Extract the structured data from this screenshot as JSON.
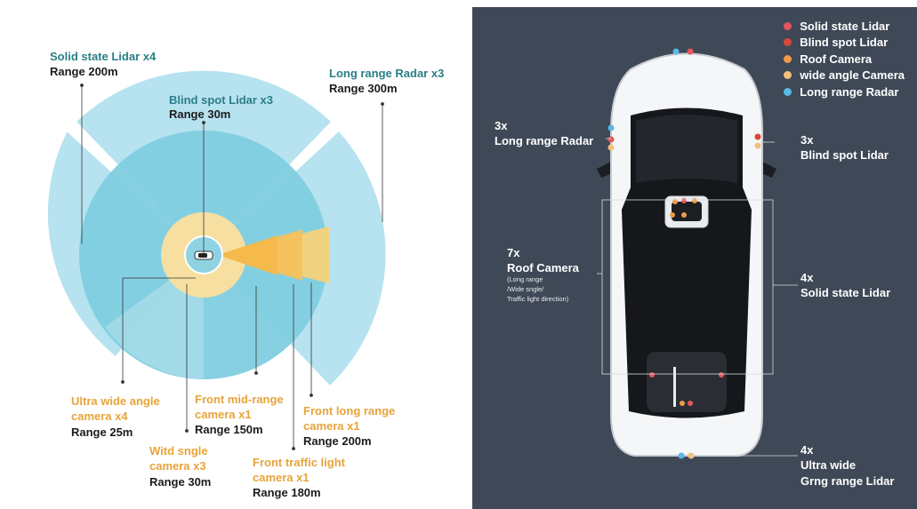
{
  "left": {
    "solid_state": {
      "title": "Solid state Lidar x4",
      "range": "Range 200m"
    },
    "blind_spot": {
      "title": "Blind spot Lidar x3",
      "range": "Range 30m"
    },
    "long_radar": {
      "title": "Long range Radar x3",
      "range": "Range 300m"
    },
    "ultra_wide": {
      "line1": "Ultra wide angle",
      "line2": "camera x4",
      "range": "Range 25m"
    },
    "front_mid": {
      "line1": "Front mid-range",
      "line2": "camera x1",
      "range": "Range 150m"
    },
    "front_long": {
      "line1": "Front long range",
      "line2": "camera x1",
      "range": "Range 200m"
    },
    "wide_angle": {
      "line1": "Witd sngle",
      "line2": "camera x3",
      "range": "Range 30m"
    },
    "traffic": {
      "line1": "Front traffic light",
      "line2": "camera x1",
      "range": "Range 180m"
    }
  },
  "right": {
    "legend": [
      {
        "label": "Solid state Lidar",
        "color": "#e5575c"
      },
      {
        "label": "Blind spot Lidar",
        "color": "#d9473a"
      },
      {
        "label": "Roof Camera",
        "color": "#ef9a4a"
      },
      {
        "label": "wide angle Camera",
        "color": "#f2c07c"
      },
      {
        "label": "Long range Radar",
        "color": "#5ab9e6"
      }
    ],
    "radar": {
      "count": "3x",
      "name": "Long range Radar"
    },
    "blind": {
      "count": "3x",
      "name": "Blind spot Lidar"
    },
    "roof": {
      "count": "7x",
      "name": "Roof Camera",
      "sub1": "(Long range",
      "sub2": "/Wide sngle/",
      "sub3": "Traffic light direction)"
    },
    "solid": {
      "count": "4x",
      "name": "Solid state Lidar"
    },
    "ultra": {
      "count": "4x",
      "line1": "Ultra wide",
      "line2": "Grng range Lidar"
    }
  }
}
